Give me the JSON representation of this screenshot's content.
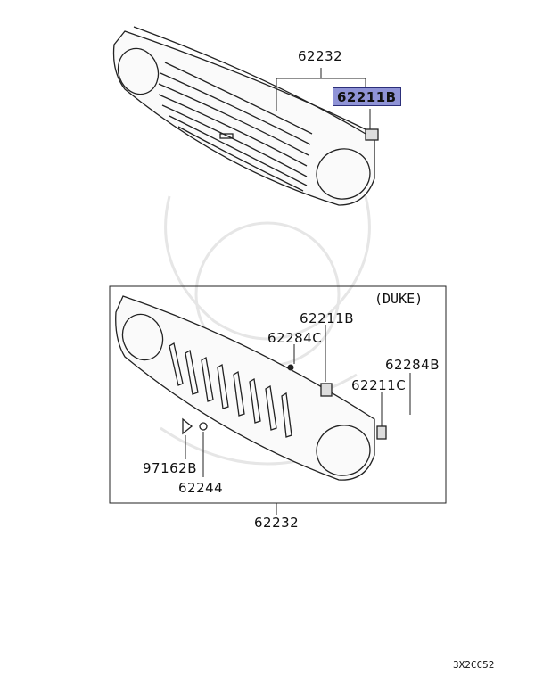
{
  "upper": {
    "assembly_label": "62232",
    "highlighted_part": "62211B"
  },
  "lower": {
    "variant": "(DUKE)",
    "assembly_label": "62232",
    "parts": {
      "p62211b": "62211B",
      "p62284c": "62284C",
      "p62284b": "62284B",
      "p62211c": "62211C",
      "p97162b": "97162B",
      "p62244": "62244"
    }
  },
  "diagram_code": "3X2CC52",
  "colors": {
    "highlight": "#8f93d6",
    "line": "#222222",
    "watermark": "#e8e8e8"
  }
}
